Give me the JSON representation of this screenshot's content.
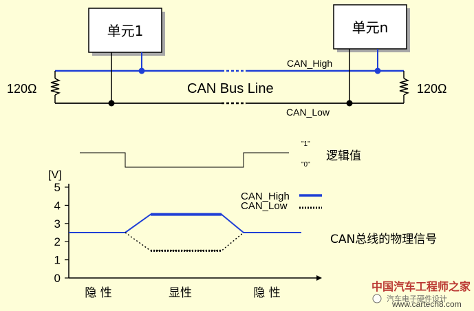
{
  "diagram": {
    "unit1_label": "单元1",
    "unitn_label": "单元n",
    "resistor_left": "120Ω",
    "resistor_right": "120Ω",
    "bus_line_label": "CAN Bus Line",
    "can_high_label": "CAN_High",
    "can_low_label": "CAN_Low"
  },
  "logic": {
    "level_one": "\"1\"",
    "level_zero": "\"0\"",
    "label": "逻辑值"
  },
  "signal_chart": {
    "y_unit": "[V]",
    "y_ticks": [
      "0",
      "1",
      "2",
      "3",
      "4",
      "5"
    ],
    "x_labels": [
      "隐 性",
      "显性",
      "隐 性"
    ],
    "legend_high": "CAN_High",
    "legend_low": "CAN_Low",
    "caption": "CAN总线的物理信号"
  },
  "chart_data": {
    "type": "line",
    "ylabel": "[V]",
    "ylim": [
      0,
      5
    ],
    "x_segments": [
      "隐 性",
      "显性",
      "隐 性"
    ],
    "series": [
      {
        "name": "CAN_High",
        "values": [
          2.5,
          2.5,
          3.5,
          3.5,
          2.5,
          2.5
        ]
      },
      {
        "name": "CAN_Low",
        "values": [
          2.5,
          2.5,
          1.5,
          1.5,
          2.5,
          2.5
        ]
      }
    ]
  },
  "watermark": {
    "site_name": "中国汽车工程师之家",
    "url": "www.cartech8.com",
    "channel": "汽车电子硬件设计"
  }
}
